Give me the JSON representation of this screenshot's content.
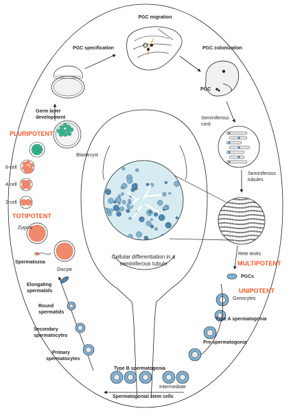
{
  "colors": {
    "potency": "#f15a29",
    "cell_blue": "#7fb3d5",
    "cell_blue_dark": "#4e87b0",
    "tubule_fill": "#d6ebf2",
    "egg": "#f08a6e",
    "egg_dark": "#d9593a",
    "blastocyst_green": "#36b58f",
    "outline": "#231f20"
  },
  "stages": {
    "pgc_migration": "PGC migration",
    "pgc_specification": "PGC specification",
    "pgc_colonization": "PGC colonization",
    "pgc": "PGC",
    "germ_layer": [
      "Germ layer",
      "development"
    ],
    "blastocyst": "Blastocyst",
    "eight_cell": "8-cell",
    "four_cell": "4-cell",
    "two_cell": "2-cell",
    "zygote": "Zygote",
    "spermatozoa": "Spermatozoa",
    "oocyte": "Oocyte",
    "seminiferous_cord": [
      "Seminiferous",
      "cord"
    ],
    "seminiferous_tubules": [
      "Seminiferous",
      "tubules"
    ],
    "rete_testis": "Rete testis",
    "pgcs": "PGCs",
    "gonocytes": "Gonocytes",
    "type_a": "Type A spermatogonia",
    "pre_sperm": "Pre-spermatogonia",
    "type_b": "Type B spermatogonia",
    "intermediate": "Intermediate",
    "stem_cells": "Spermatogonial stem cells",
    "primary": [
      "Primary",
      "spermatocytes"
    ],
    "secondary": [
      "Secondary",
      "spermatocytes"
    ],
    "round": [
      "Round",
      "spermatids"
    ],
    "elongating": [
      "Elongating",
      "spermatids"
    ]
  },
  "potency": {
    "pluripotent": "PLURIPOTENT",
    "totipotent": "TOTIPOTENT",
    "multipotent": "MULTIPOTENT",
    "unipotent": "UNIPOTENT"
  },
  "center_caption": [
    "Cellular differentiation in a",
    "seminiferous tubule"
  ]
}
